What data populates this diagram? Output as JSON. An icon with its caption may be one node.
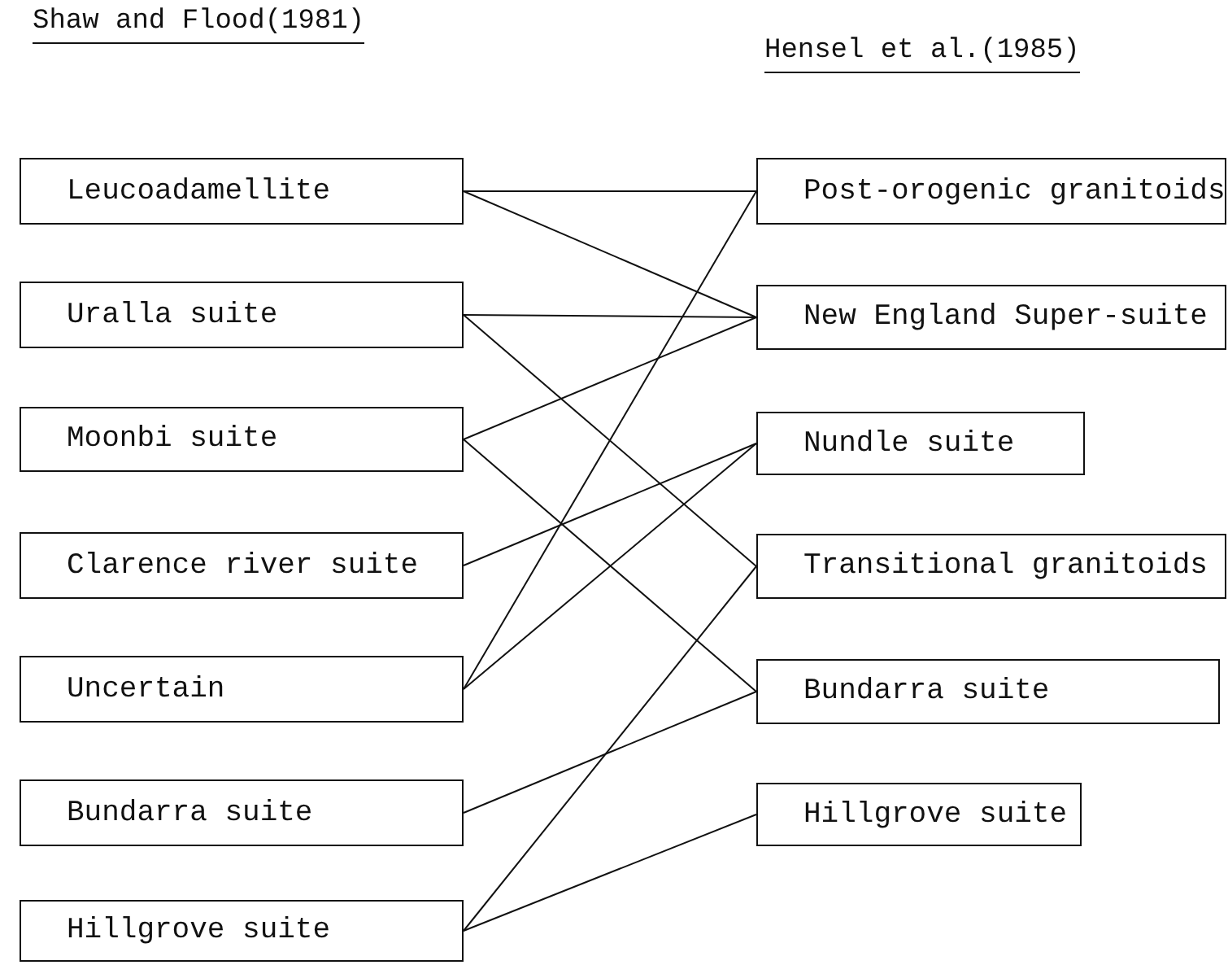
{
  "diagram": {
    "nodes": [
      {
        "text": [
          "Leucoadamellite"
        ]
      },
      {
        "text": [
          "Uralla suite"
        ]
      },
      {
        "text": [
          "Moonbi suite"
        ]
      },
      {
        "text": [
          "Clarence river suite"
        ]
      },
      {
        "text": [
          "Uncertain"
        ]
      },
      {
        "text": [
          "Bundarra suite"
        ]
      },
      {
        "text": [
          "Hillgrove suite"
        ]
      },
      {
        "text": [
          "Post-orogenic granitoids"
        ]
      },
      {
        "text": [
          "New England Super-suite"
        ]
      },
      {
        "text": [
          "Nundle suite"
        ]
      },
      {
        "text": [
          "Transitional granitoids"
        ]
      },
      {
        "text": [
          "Bundarra suite"
        ]
      },
      {
        "text": [
          "Hillgrove suite"
        ]
      }
    ],
    "edges": [
      {
        "from": 0,
        "to": 7,
        "arrow": "none"
      },
      {
        "from": 0,
        "to": 8,
        "arrow": "none"
      },
      {
        "from": 1,
        "to": 8,
        "arrow": "none"
      },
      {
        "from": 1,
        "to": 10,
        "arrow": "none"
      },
      {
        "from": 2,
        "to": 8,
        "arrow": "none"
      },
      {
        "from": 2,
        "to": 11,
        "arrow": "none"
      },
      {
        "from": 3,
        "to": 9,
        "arrow": "none"
      },
      {
        "from": 4,
        "to": 7,
        "arrow": "none"
      },
      {
        "from": 4,
        "to": 9,
        "arrow": "none"
      },
      {
        "from": 5,
        "to": 11,
        "arrow": "none"
      },
      {
        "from": 6,
        "to": 10,
        "arrow": "none"
      },
      {
        "from": 6,
        "to": 12,
        "arrow": "none"
      }
    ],
    "labels": [
      "Shaw and Flood(1981)",
      "Hensel et al.(1985)"
    ]
  }
}
